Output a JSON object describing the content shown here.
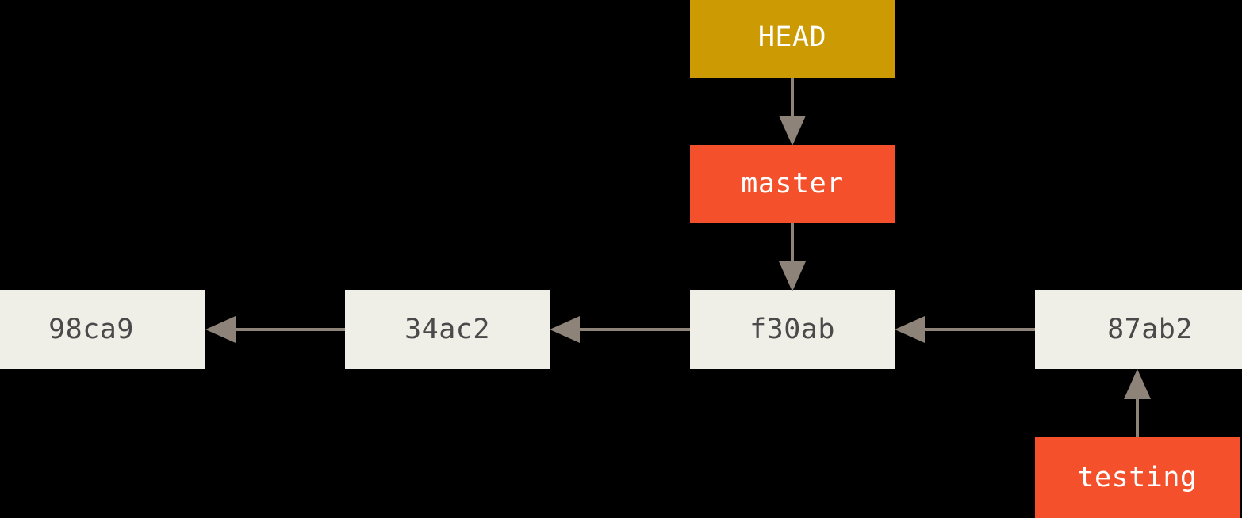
{
  "diagram": {
    "title": "Git branch pointers diagram",
    "background_color": "#000000",
    "palette": {
      "commit_fill": "#EFEFE8",
      "commit_text": "#4A4A4A",
      "head_fill": "#CC9A02",
      "branch_fill": "#F4502B",
      "label_text": "#FFFFFF",
      "edge_color": "#8D8379"
    },
    "nodes": {
      "head": {
        "label": "HEAD",
        "kind": "head-pointer"
      },
      "master": {
        "label": "master",
        "kind": "branch-pointer"
      },
      "testing": {
        "label": "testing",
        "kind": "branch-pointer"
      },
      "commit_98ca9": {
        "label": "98ca9",
        "kind": "commit"
      },
      "commit_34ac2": {
        "label": "34ac2",
        "kind": "commit"
      },
      "commit_f30ab": {
        "label": "f30ab",
        "kind": "commit"
      },
      "commit_87ab2": {
        "label": "87ab2",
        "kind": "commit"
      }
    },
    "edges": [
      {
        "from": "HEAD",
        "to": "master",
        "direction": "down"
      },
      {
        "from": "master",
        "to": "f30ab",
        "direction": "down"
      },
      {
        "from": "34ac2",
        "to": "98ca9",
        "direction": "left"
      },
      {
        "from": "f30ab",
        "to": "34ac2",
        "direction": "left"
      },
      {
        "from": "87ab2",
        "to": "f30ab",
        "direction": "left"
      },
      {
        "from": "testing",
        "to": "87ab2",
        "direction": "up"
      }
    ]
  }
}
